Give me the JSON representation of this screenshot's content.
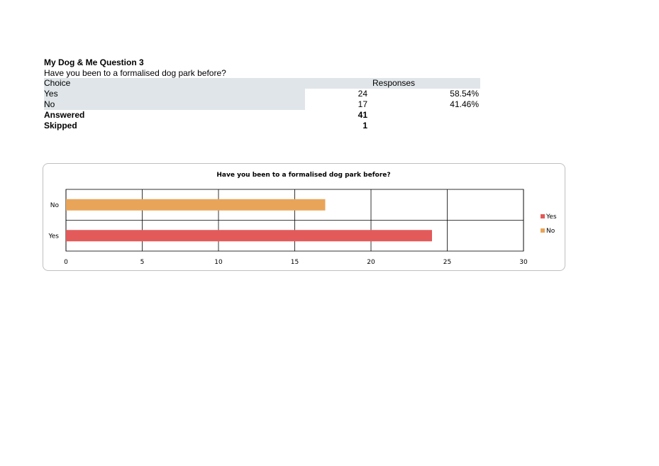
{
  "report": {
    "title": "My Dog & Me Question 3",
    "question": "Have you been to a formalised dog park before?"
  },
  "table": {
    "header_choice": "Choice",
    "header_responses": "Responses",
    "rows": [
      {
        "choice": "Yes",
        "count": "24",
        "percent": "58.54%"
      },
      {
        "choice": "No",
        "count": "17",
        "percent": "41.46%"
      }
    ],
    "answered_label": "Answered",
    "answered_value": "41",
    "skipped_label": "Skipped",
    "skipped_value": "1"
  },
  "chart_data": {
    "type": "bar",
    "orientation": "horizontal",
    "title": "Have you been to a formalised dog park before?",
    "categories": [
      "No",
      "Yes"
    ],
    "values": [
      17,
      24
    ],
    "colors": [
      "#e8a55a",
      "#e35a5a"
    ],
    "xlim": [
      0,
      30
    ],
    "xticks": [
      0,
      5,
      10,
      15,
      20,
      25,
      30
    ],
    "grid": true,
    "legend": {
      "placement": "right",
      "entries": [
        {
          "name": "Yes",
          "color": "#e35a5a"
        },
        {
          "name": "No",
          "color": "#e8a55a"
        }
      ]
    }
  }
}
